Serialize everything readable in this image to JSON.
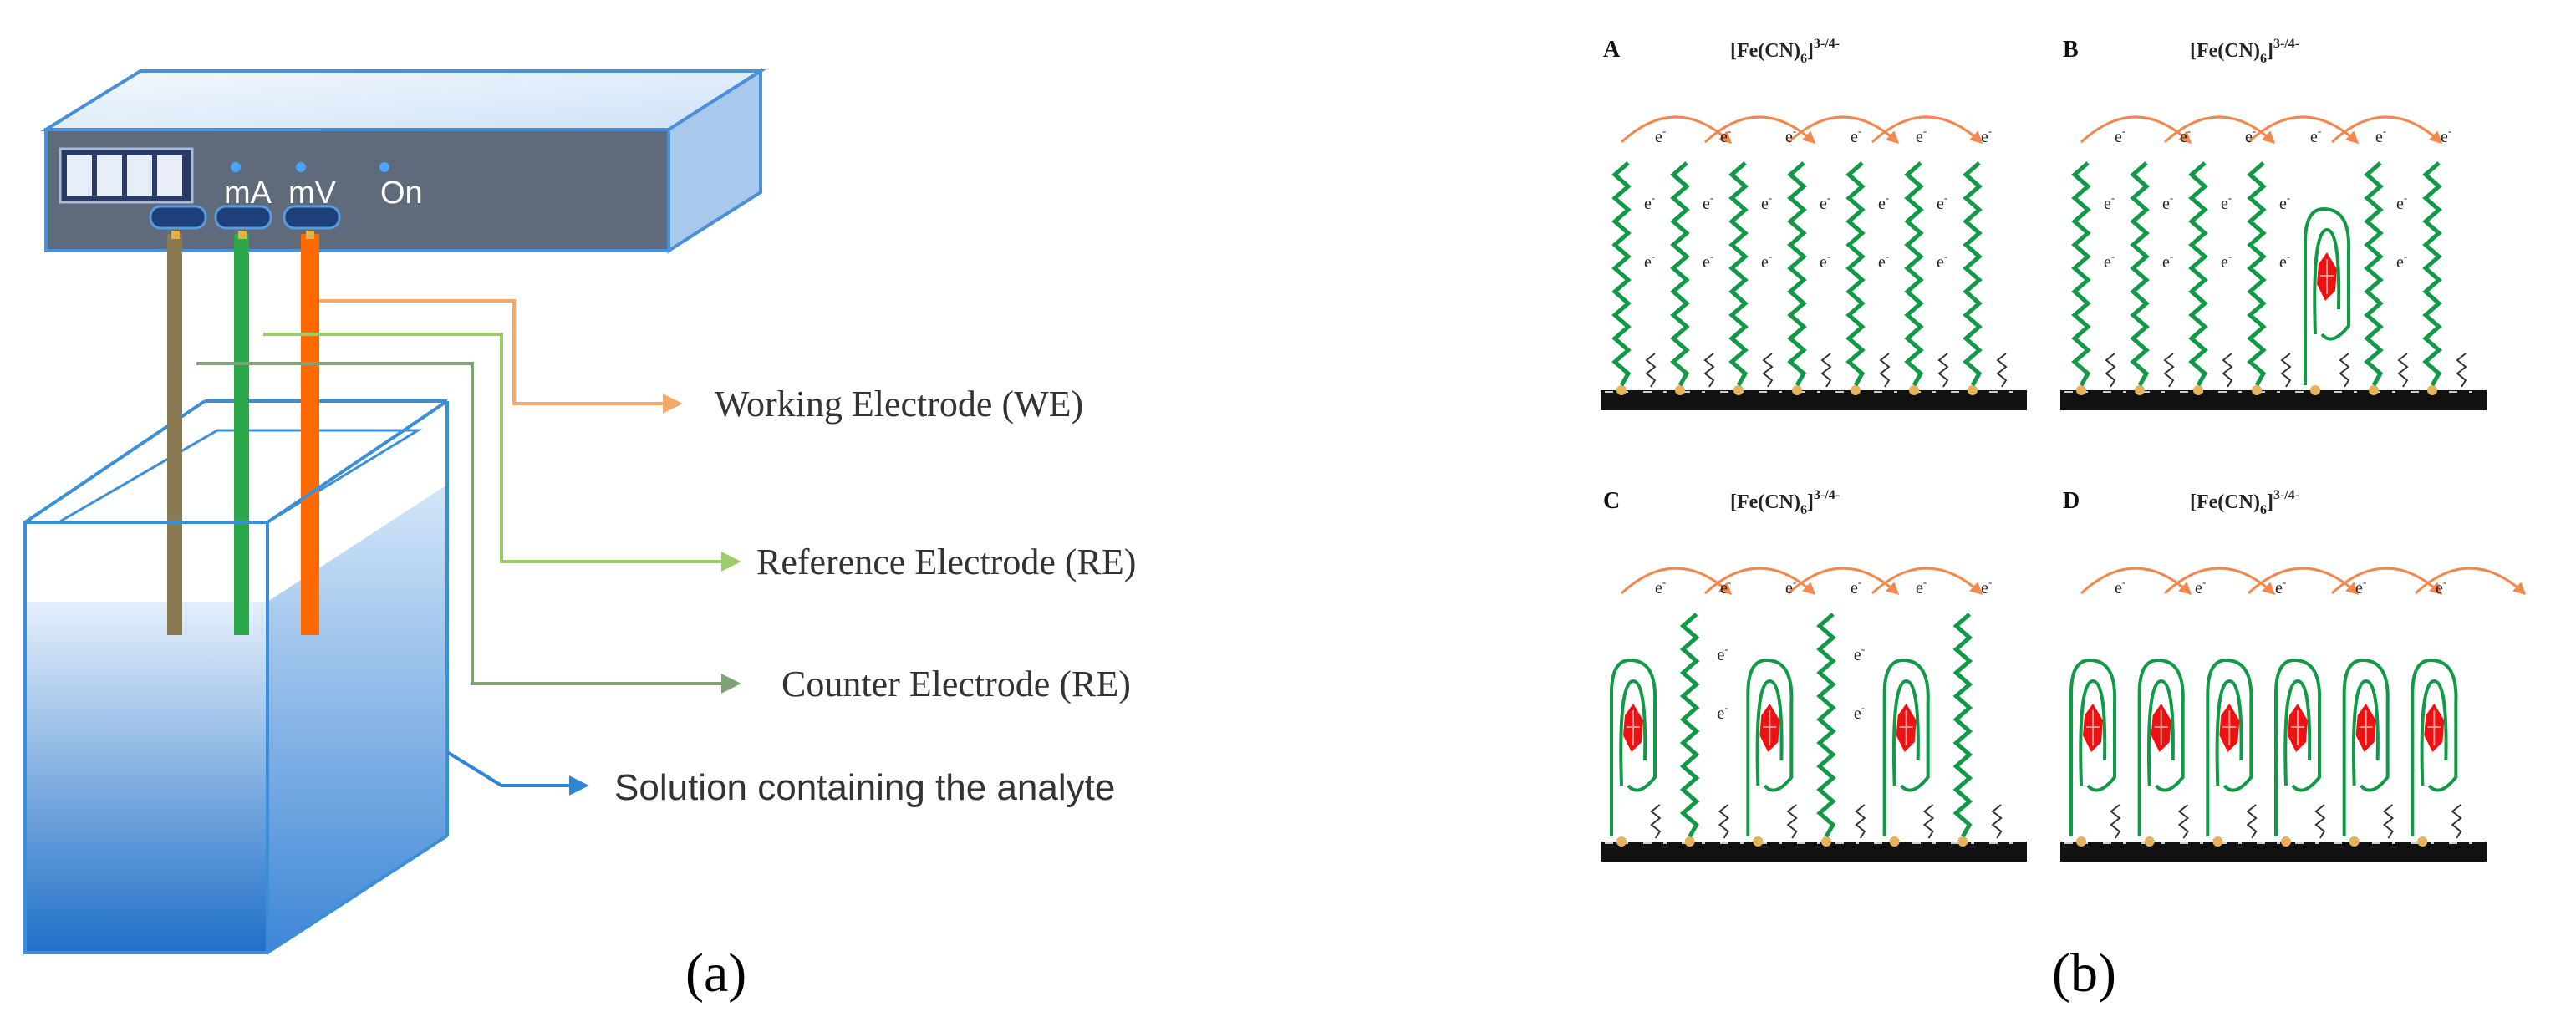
{
  "panel_a": {
    "meter": {
      "display_cells": 4,
      "labels": [
        "mA",
        "mV",
        "On"
      ]
    },
    "electrodes": {
      "working": "Working Electrode (WE)",
      "reference": "Reference Electrode (RE)",
      "counter": "Counter Electrode (RE)",
      "solution": "Solution containing the analyte"
    },
    "colors": {
      "working": "#ff6a00",
      "reference": "#2aa84a",
      "counter": "#8a7a52",
      "box": "#3a8fd8"
    },
    "caption": "(a)"
  },
  "panel_b": {
    "caption": "(b)",
    "electron": "e-",
    "subpanels": [
      {
        "letter": "A",
        "label": "[Fe(CN)6]3-/4-",
        "layout": [
          "w",
          "w",
          "w",
          "w",
          "w",
          "w",
          "w"
        ]
      },
      {
        "letter": "B",
        "label": "[Fe(CN)6]3-/4-",
        "layout": [
          "w",
          "w",
          "w",
          "w",
          "a",
          "w",
          "w"
        ]
      },
      {
        "letter": "C",
        "label": "[Fe(CN)6]3-/4-",
        "layout": [
          "a",
          "w",
          "a",
          "w",
          "a",
          "w"
        ]
      },
      {
        "letter": "D",
        "label": "[Fe(CN)6]3-/4-",
        "layout": [
          "a",
          "a",
          "a",
          "a",
          "a",
          "a"
        ]
      }
    ],
    "colors": {
      "aptamer": "#109a48",
      "target": "#ee1111",
      "arrow": "#f2884e",
      "substrate": "#111111"
    }
  }
}
